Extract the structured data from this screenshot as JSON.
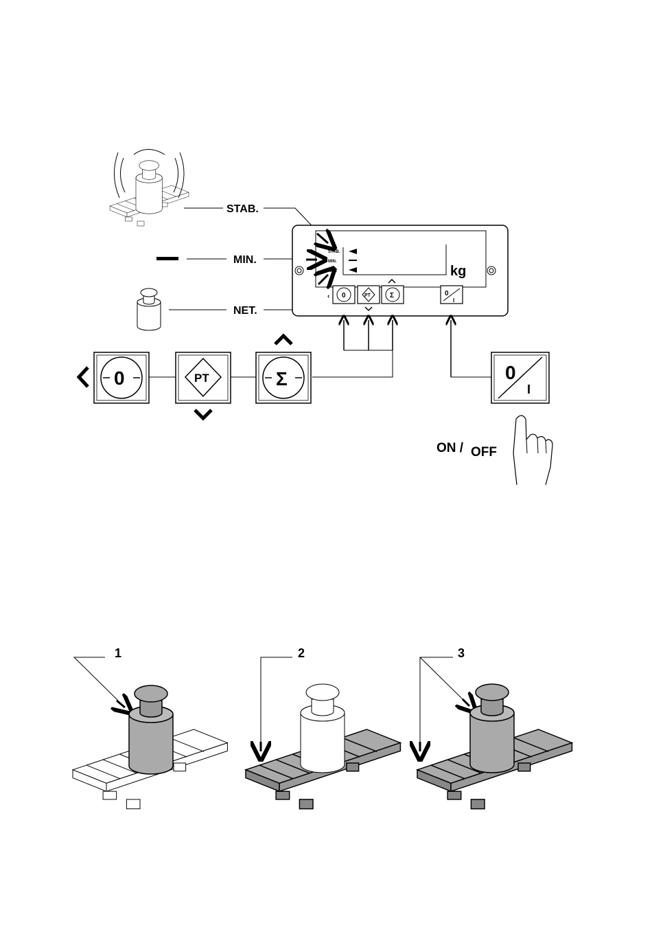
{
  "indicators": {
    "stab": "STAB.",
    "min": "MIN.",
    "net": "NET."
  },
  "display": {
    "label_stab": "STAB.",
    "label_min": "MIN.",
    "label_net": "NET.",
    "unit": "kg"
  },
  "keys": {
    "zero": "0",
    "pt": "PT",
    "sigma": "Σ",
    "onoff_top": "0",
    "onoff_bottom": "I"
  },
  "power": {
    "label_on": "ON /",
    "label_off": "OFF"
  },
  "steps": [
    "1",
    "2",
    "3"
  ]
}
